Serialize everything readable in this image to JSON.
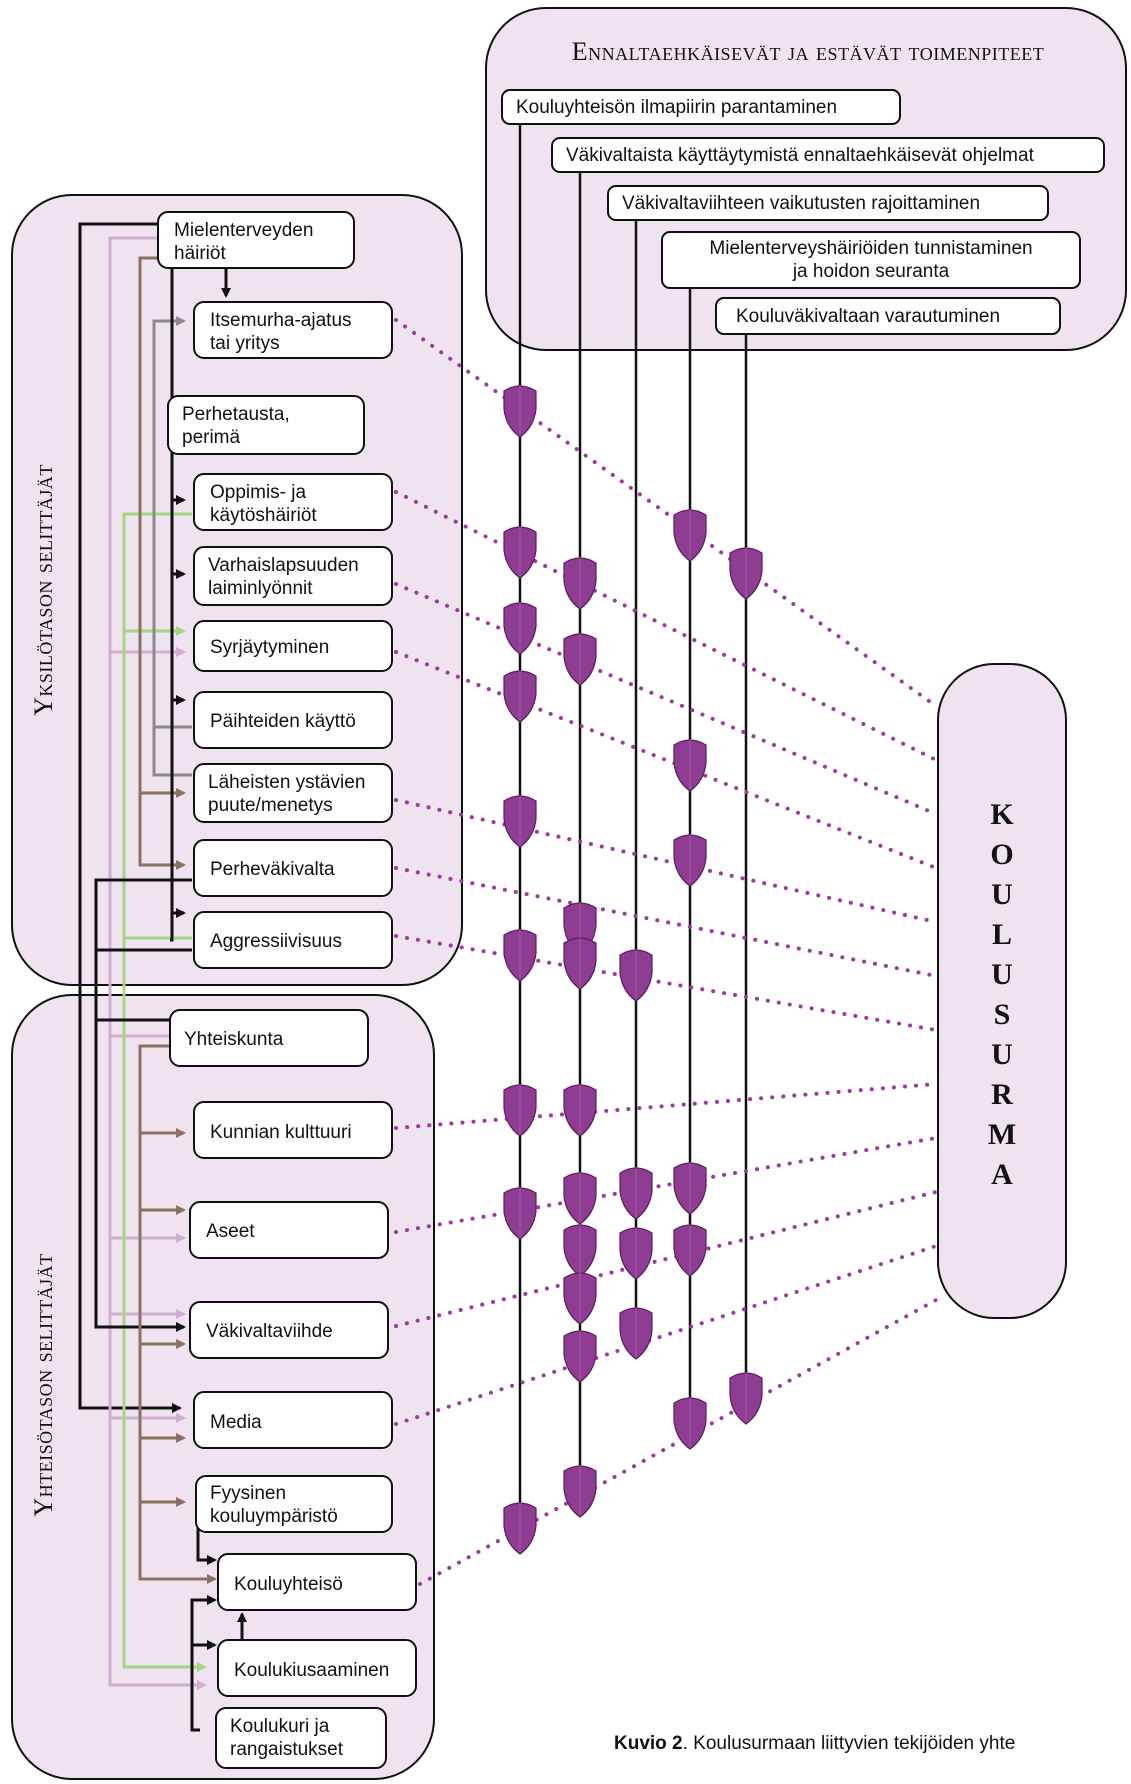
{
  "colors": {
    "panel_fill": "#efe3ef",
    "panel_stroke": "#111111",
    "shield": "#8e3d93",
    "dots": "#9b3c9e",
    "brown": "#8a7160",
    "pink": "#cfaed2",
    "green": "#a6d67f",
    "gray": "#8a8a8a",
    "black": "#111111"
  },
  "preventive": {
    "title": "Ennaltaehkäisevät ja estävät toimenpiteet",
    "measures": [
      "Kouluyhteisön ilmapiirin parantaminen",
      "Väkivaltaista käyttäytymistä ennaltaehkäisevät ohjelmat",
      "Väkivaltaviihteen vaikutusten rajoittaminen",
      "Mielenterveyshäiriöiden tunnistaminen",
      "ja hoidon seuranta",
      "Kouluväkivaltaan varautuminen"
    ]
  },
  "individual": {
    "title": "Yksilötason selittäjät",
    "factors": [
      [
        "Mielenterveyden",
        "häiriöt"
      ],
      [
        "Itsemurha-ajatus",
        "tai yritys"
      ],
      [
        "Perhetausta,",
        "perimä"
      ],
      [
        "Oppimis- ja",
        "käytöshäiriöt"
      ],
      [
        "Varhaislapsuuden",
        "laiminlyönnit"
      ],
      [
        "Syrjäytyminen"
      ],
      [
        "Päihteiden käyttö"
      ],
      [
        "Läheisten ystävien",
        "puute/menetys"
      ],
      [
        "Perheväkivalta"
      ],
      [
        "Aggressiivisuus"
      ]
    ]
  },
  "community": {
    "title": "Yhteisötason selittäjät",
    "factors": [
      [
        "Yhteiskunta"
      ],
      [
        "Kunnian kulttuuri"
      ],
      [
        "Aseet"
      ],
      [
        "Väkivaltaviihde"
      ],
      [
        "Media"
      ],
      [
        "Fyysinen",
        "kouluympäristö"
      ],
      [
        "Kouluyhteisö"
      ],
      [
        "Koulukiusaaminen"
      ],
      [
        "Koulukuri ja",
        "rangaistukset"
      ]
    ]
  },
  "target": {
    "letters": [
      "K",
      "O",
      "U",
      "L",
      "U",
      "S",
      "U",
      "R",
      "M",
      "A"
    ]
  },
  "caption": {
    "label": "Kuvio 2",
    "text": ". Koulusurmaan liittyvien tekijöiden yhte"
  }
}
